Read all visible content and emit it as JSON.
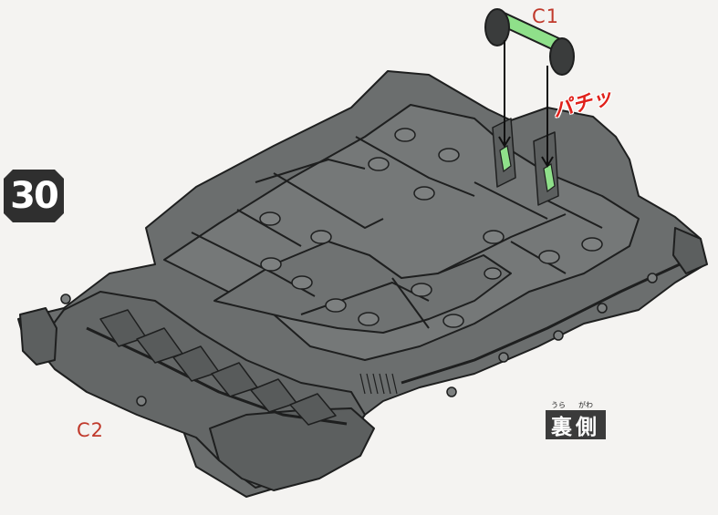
{
  "step": {
    "number": "30"
  },
  "parts": {
    "c1_label": "C1",
    "c2_label": "C2"
  },
  "snap_sound": "パチッ",
  "view_label": {
    "text": "裏側",
    "ruby_1": "うら",
    "ruby_2": "がわ"
  },
  "colors": {
    "chassis_fill": "#6b6e6e",
    "chassis_dark": "#505353",
    "chassis_light": "#8a8d8d",
    "outline": "#1e1f1f",
    "axle_green": "#8fe08a",
    "badge_dark": "#2f2f2f",
    "label_red": "#c0392b",
    "snap_red": "#e0211b"
  },
  "icons": [
    "chassis-underside",
    "wheel-axle-part",
    "insertion-arrow"
  ]
}
